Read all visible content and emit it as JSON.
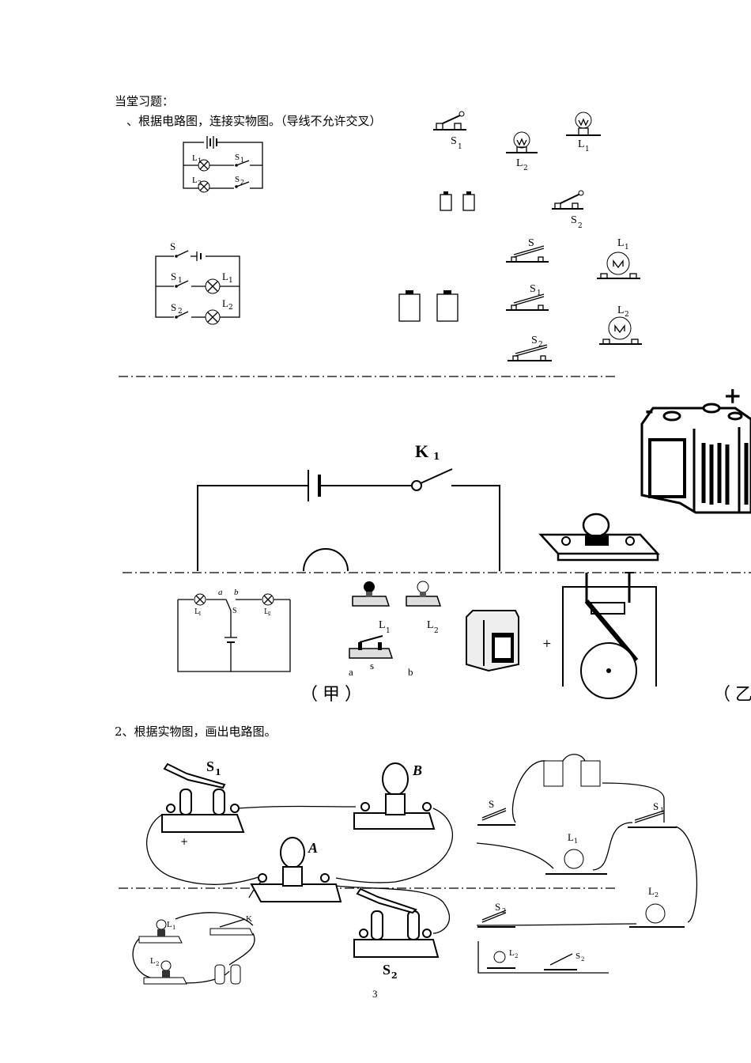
{
  "section_title": "当堂习题：",
  "q1": "、根据电路图，连接实物图。（导线不允许交叉）",
  "q2": "2、根据实物图，画出电路图。",
  "page_number": "3",
  "fig_jia": "（甲）",
  "fig_yi": "（乙",
  "labels": {
    "s": "S",
    "s1": "S",
    "s1_sub": "1",
    "s2": "S",
    "s2_sub": "2",
    "l1": "L",
    "l1_sub": "1",
    "l2": "L",
    "l2_sub": "2",
    "k1": "K",
    "k1_sub": "1",
    "a": "a",
    "b": "b",
    "s_lower": "s",
    "plus": "+",
    "minus": "-",
    "A": "A",
    "B": "B",
    "K": "K"
  },
  "icons": [
    "switch-icon",
    "bulb-icon",
    "battery-icon",
    "accumulator-icon",
    "knife-switch-icon"
  ]
}
